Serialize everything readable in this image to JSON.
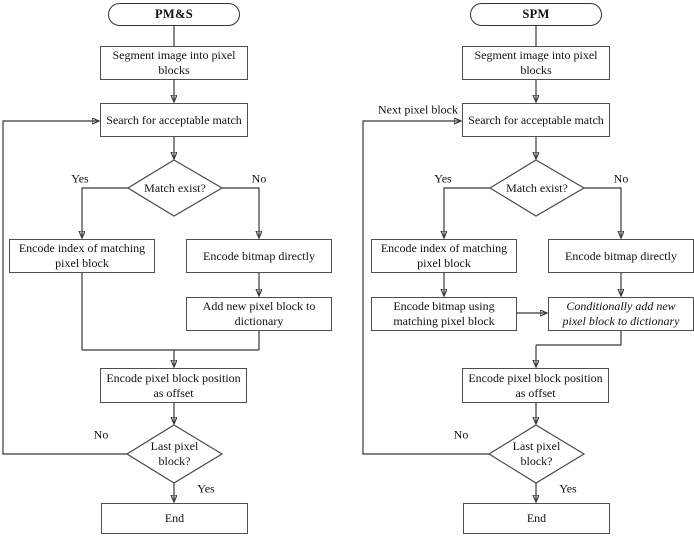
{
  "colors": {
    "line": "#383838",
    "box_border": "#4e4e4e",
    "text": "#111111",
    "background": "#ffffff"
  },
  "left": {
    "title": "PM&S",
    "segment": "Segment image into pixel blocks",
    "search": "Search for acceptable match",
    "match_exist": "Match exist?",
    "yes": "Yes",
    "no": "No",
    "encode_index": "Encode index of matching pixel block",
    "encode_bitmap": "Encode bitmap directly",
    "add_new": "Add new pixel block to dictionary",
    "encode_offset": "Encode pixel block position as offset",
    "last_block": "Last pixel block?",
    "no_loop": "No",
    "yes_end": "Yes",
    "end": "End"
  },
  "right": {
    "title": "SPM",
    "segment": "Segment image into pixel blocks",
    "search": "Search for acceptable match",
    "next_pixel_block": "Next pixel block",
    "match_exist": "Match exist?",
    "yes": "Yes",
    "no": "No",
    "encode_index": "Encode index of matching pixel block",
    "encode_bitmap": "Encode bitmap directly",
    "encode_bitmap_using": "Encode bitmap using matching pixel block",
    "conditionally_add": "Conditionally add new pixel block to dictionary",
    "encode_offset": "Encode pixel block position as offset",
    "last_block": "Last pixel block?",
    "no_loop": "No",
    "yes_end": "Yes",
    "end": "End"
  }
}
